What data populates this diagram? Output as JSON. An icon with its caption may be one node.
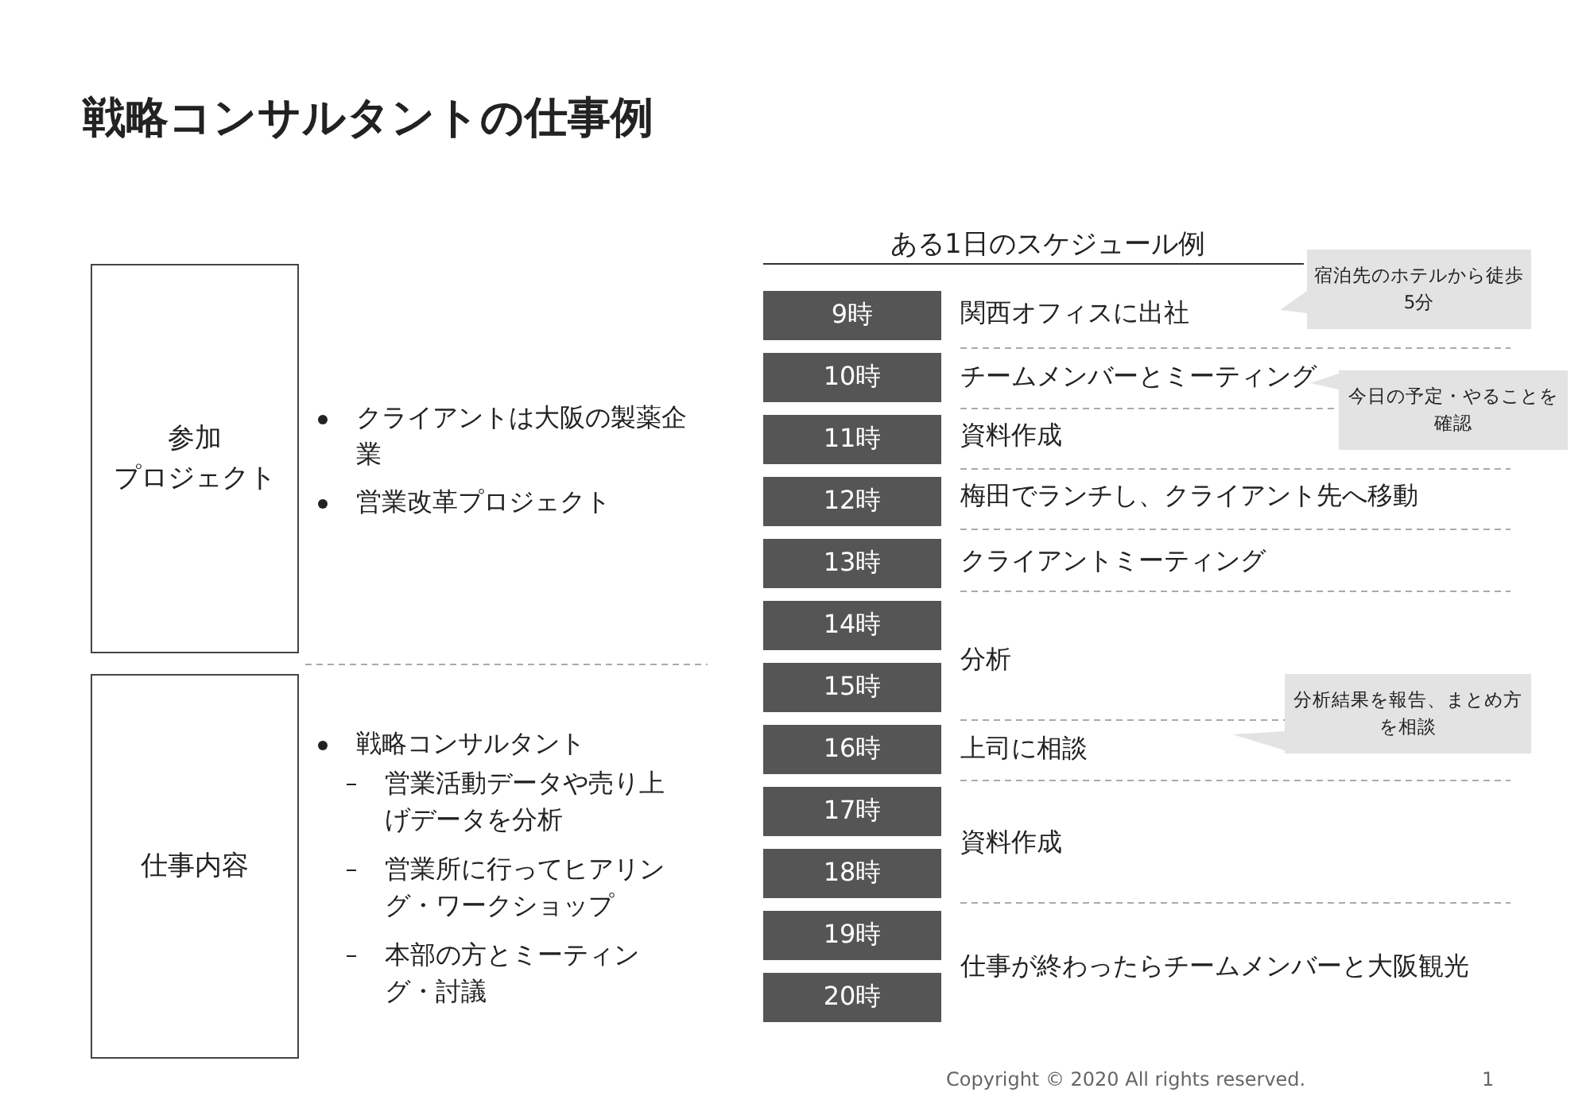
{
  "diagram": {
    "title": "戦略コンサルタントの仕事例",
    "nodes": [
      {
        "text": [
          "参加",
          "プロジェクト"
        ]
      },
      {
        "text": [
          "仕事内容"
        ]
      },
      {
        "text": [
          "9時"
        ]
      },
      {
        "text": [
          "10時"
        ]
      },
      {
        "text": [
          "11時"
        ]
      },
      {
        "text": [
          "12時"
        ]
      },
      {
        "text": [
          "13時"
        ]
      },
      {
        "text": [
          "14時"
        ]
      },
      {
        "text": [
          "15時"
        ]
      },
      {
        "text": [
          "16時"
        ]
      },
      {
        "text": [
          "17時"
        ]
      },
      {
        "text": [
          "18時"
        ]
      },
      {
        "text": [
          "19時"
        ]
      },
      {
        "text": [
          "20時"
        ]
      },
      {
        "text": [
          "宿泊先のホテルから徒歩5分"
        ]
      },
      {
        "text": [
          "今日の予定・やることを確認"
        ]
      },
      {
        "text": [
          "分析結果を報告、まとめ方を相談"
        ]
      }
    ],
    "edges": [],
    "labels": [
      "クライアントは大阪の製薬企業",
      "営業改革プロジェクト",
      "戦略コンサルタント",
      "営業活動データや売り上げデータを分析",
      "営業所に行ってヒアリング・ワークショップ",
      "本部の方とミーティング・討議",
      "ある1日のスケジュール例",
      "関西オフィスに出社",
      "チームメンバーとミーティング",
      "資料作成",
      "梅田でランチし、クライアント先へ移動",
      "クライアントミーティング",
      "分析",
      "上司に相談",
      "資料作成",
      "仕事が終わったらチームメンバーと大阪観光",
      "Copyright © 2020 All rights reserved.",
      "1"
    ]
  }
}
